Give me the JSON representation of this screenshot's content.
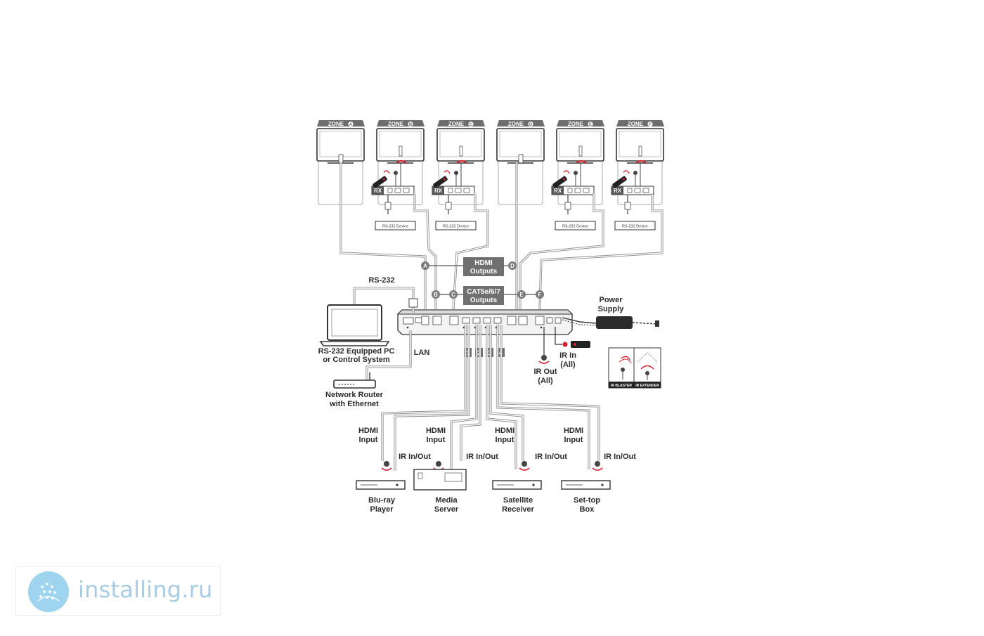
{
  "zones": [
    {
      "label": "ZONE",
      "letter": "A",
      "type": "hdmi"
    },
    {
      "label": "ZONE",
      "letter": "B",
      "type": "hdbt"
    },
    {
      "label": "ZONE",
      "letter": "C",
      "type": "hdbt"
    },
    {
      "label": "ZONE",
      "letter": "D",
      "type": "hdmi"
    },
    {
      "label": "ZONE",
      "letter": "E",
      "type": "hdbt"
    },
    {
      "label": "ZONE",
      "letter": "F",
      "type": "hdbt"
    }
  ],
  "receiver": {
    "rx_label": "RX",
    "rs232_device_label": "RS-232 Device"
  },
  "output_boxes": {
    "hdmi": [
      "HDMI",
      "Outputs"
    ],
    "cat": [
      "CAT5e/6/7",
      "Outputs"
    ]
  },
  "port_letters": {
    "hdmi_left": "A",
    "hdmi_right": "D",
    "cat": [
      "B",
      "C",
      "E",
      "F"
    ]
  },
  "input_numbers": [
    "1",
    "2",
    "3",
    "4"
  ],
  "left_side": {
    "rs232_label": "RS-232",
    "pc_label": [
      "RS-232 Equipped PC",
      "or Control System"
    ],
    "lan_label": "LAN",
    "router_label": [
      "Network Router",
      "with Ethernet"
    ]
  },
  "power": {
    "label": [
      "Power",
      "Supply"
    ]
  },
  "ir": {
    "in_label": [
      "IR In",
      "(All)"
    ],
    "out_label": [
      "IR Out",
      "(All)"
    ]
  },
  "ir_legend": {
    "blaster": "IR BLASTER",
    "extender": "IR EXTENDER"
  },
  "sources": [
    {
      "hdmi": [
        "HDMI",
        "Input"
      ],
      "ir": "IR In/Out",
      "device": [
        "Blu-ray",
        "Player"
      ]
    },
    {
      "hdmi": [
        "HDMI",
        "Input"
      ],
      "ir": "IR In/Out",
      "device": [
        "Media",
        "Server"
      ]
    },
    {
      "hdmi": [
        "HDMI",
        "Input"
      ],
      "ir": "IR In/Out",
      "device": [
        "Satellite",
        "Receiver"
      ]
    },
    {
      "hdmi": [
        "HDMI",
        "Input"
      ],
      "ir": "IR In/Out",
      "device": [
        "Set-top",
        "Box"
      ]
    }
  ],
  "watermark": {
    "text": "installing.ru"
  },
  "colors": {
    "zone_header": "#6d6d6d",
    "cable": "#8c8c8c",
    "ir_red": "#d8202e",
    "box_fill": "#6f6f6f",
    "brand_text": "#a8cde3",
    "brand_circle": "#9fd4ee"
  }
}
